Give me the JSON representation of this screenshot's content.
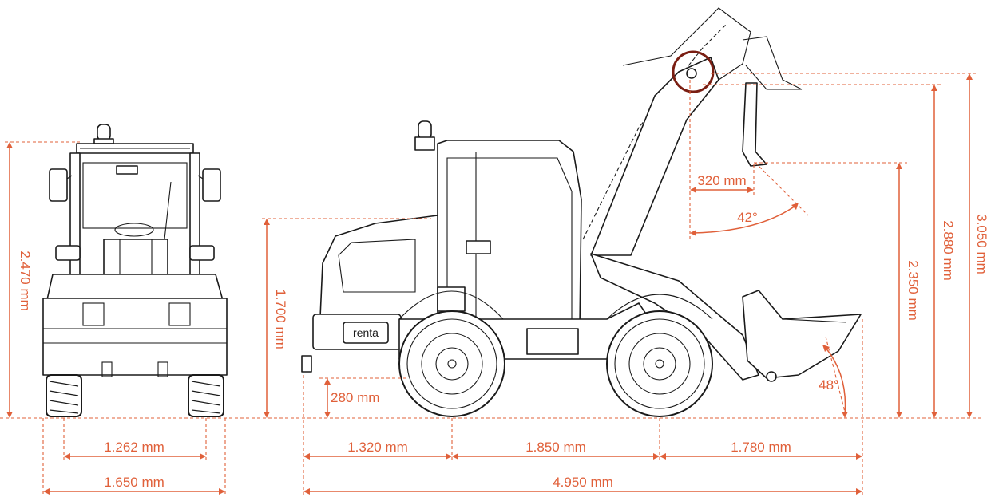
{
  "labels": {
    "front_height": "2.470 mm",
    "front_track": "1.262 mm",
    "front_width": "1.650 mm",
    "cab_height": "1.700 mm",
    "ground_clearance": "280 mm",
    "rear_overhang": "1.320 mm",
    "wheelbase": "1.850 mm",
    "front_overhang": "1.780 mm",
    "total_length": "4.950 mm",
    "dump_reach": "320 mm",
    "dump_angle": "42°",
    "rollback_angle": "48°",
    "dump_height": "2.350 mm",
    "pivot_height": "2.880 mm",
    "max_height": "3.050 mm",
    "logo": "renta"
  },
  "colors": {
    "dimension": "#e0603a",
    "outline": "#1a1a1a",
    "highlight": "#7a1e12"
  }
}
